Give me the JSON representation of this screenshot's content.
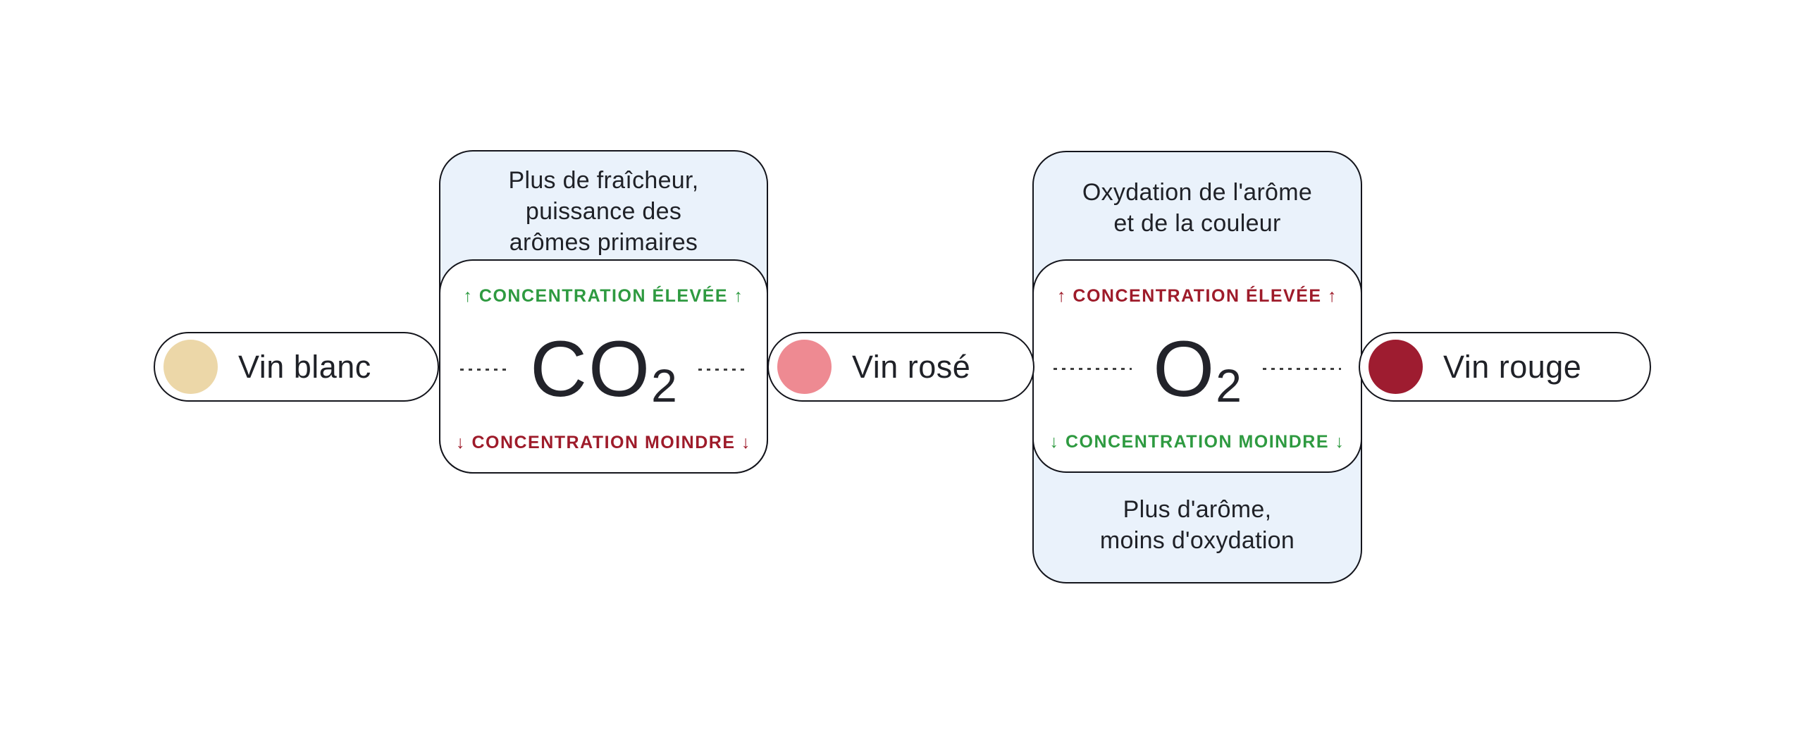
{
  "colors": {
    "background": "#ffffff",
    "panel_fill": "#eaf2fb",
    "panel_border": "#14151c",
    "text": "#1f2127",
    "green": "#2e9a40",
    "dark_red": "#9e1b2a",
    "dotted_line": "#3f3f3f"
  },
  "wines": [
    {
      "label": "Vin blanc",
      "swatch_color": "#ecd7a8"
    },
    {
      "label": "Vin rosé",
      "swatch_color": "#ee8a92"
    },
    {
      "label": "Vin rouge",
      "swatch_color": "#9e1c30"
    }
  ],
  "gas_panels": [
    {
      "id": "co2",
      "top_note_lines": [
        "Plus de fraîcheur,",
        "puissance des",
        "arômes primaires"
      ],
      "high_label": "↑ CONCENTRATION ÉLEVÉE ↑",
      "high_label_color": "#2e9a40",
      "formula_base": "CO",
      "formula_subscript": "2",
      "low_label": "↓ CONCENTRATION MOINDRE ↓",
      "low_label_color": "#9e1b2a"
    },
    {
      "id": "o2",
      "top_note_lines": [
        "Oxydation de l'arôme",
        "et de la couleur"
      ],
      "high_label": "↑ CONCENTRATION ÉLEVÉE ↑",
      "high_label_color": "#9e1b2a",
      "formula_base": "O",
      "formula_subscript": "2",
      "low_label": "↓ CONCENTRATION MOINDRE ↓",
      "low_label_color": "#2e9a40",
      "bottom_note_lines": [
        "Plus d'arôme,",
        "moins d'oxydation"
      ]
    }
  ]
}
